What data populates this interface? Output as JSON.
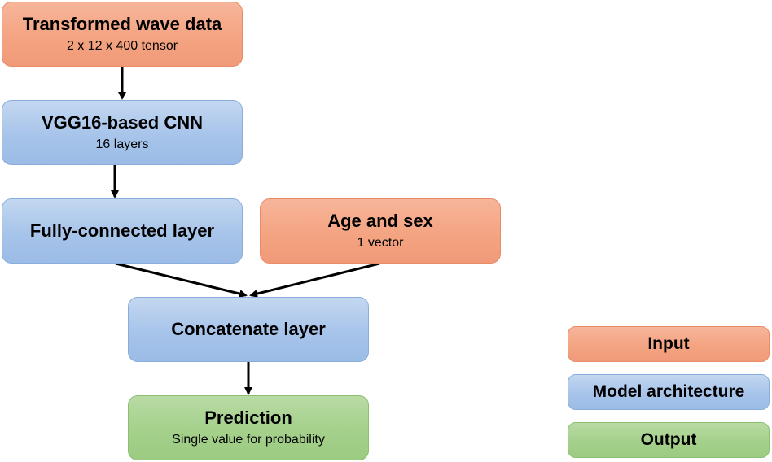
{
  "nodes": {
    "wave": {
      "title": "Transformed wave data",
      "subtitle": "2 x 12 x 400 tensor",
      "kind": "input"
    },
    "vgg": {
      "title": "VGG16-based CNN",
      "subtitle": "16 layers",
      "kind": "model"
    },
    "fc": {
      "title": "Fully-connected layer",
      "kind": "model"
    },
    "age": {
      "title": "Age and sex",
      "subtitle": "1 vector",
      "kind": "input"
    },
    "concat": {
      "title": "Concatenate layer",
      "kind": "model"
    },
    "pred": {
      "title": "Prediction",
      "subtitle": "Single value for probability",
      "kind": "output"
    }
  },
  "edges": [
    {
      "from": "wave",
      "to": "vgg"
    },
    {
      "from": "vgg",
      "to": "fc"
    },
    {
      "from": "fc",
      "to": "concat"
    },
    {
      "from": "age",
      "to": "concat"
    },
    {
      "from": "concat",
      "to": "pred"
    }
  ],
  "legend": {
    "input": "Input",
    "model": "Model architecture",
    "output": "Output"
  },
  "colors": {
    "input": "#f4a482",
    "model": "#a7c4ea",
    "output": "#a4d08b",
    "arrow": "#000000"
  }
}
